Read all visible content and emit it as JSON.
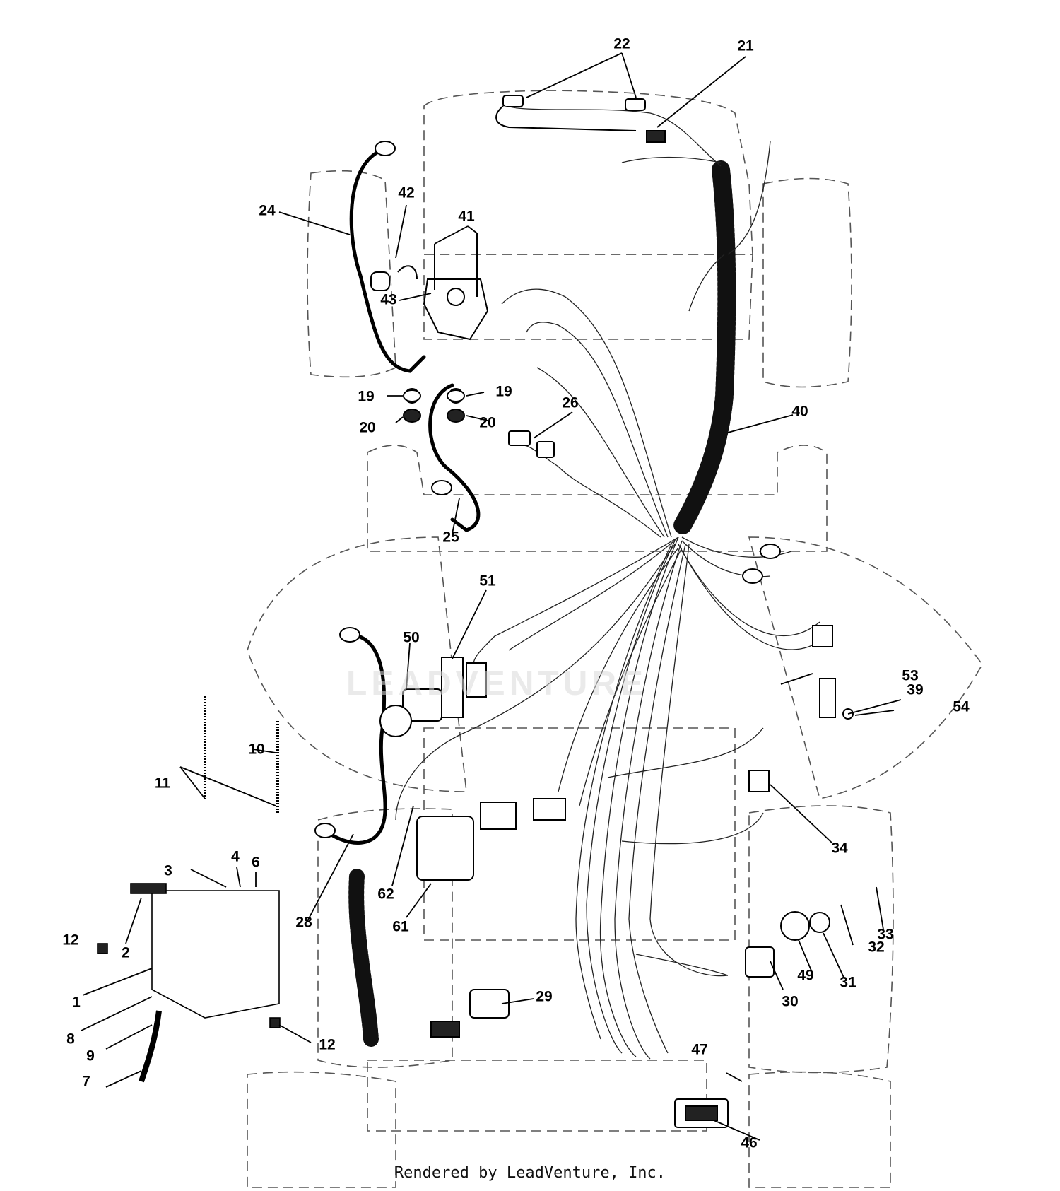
{
  "diagram": {
    "callouts": [
      "1",
      "2",
      "3",
      "4",
      "6",
      "7",
      "8",
      "9",
      "10",
      "11",
      "12",
      "12",
      "19",
      "19",
      "20",
      "20",
      "21",
      "22",
      "24",
      "25",
      "26",
      "28",
      "29",
      "30",
      "31",
      "32",
      "33",
      "34",
      "39",
      "40",
      "41",
      "42",
      "43",
      "46",
      "47",
      "49",
      "50",
      "51",
      "53",
      "54",
      "61",
      "62"
    ]
  },
  "watermark": {
    "text": "LEADVENTURE"
  },
  "footer": {
    "credit": "Rendered by LeadVenture, Inc."
  }
}
